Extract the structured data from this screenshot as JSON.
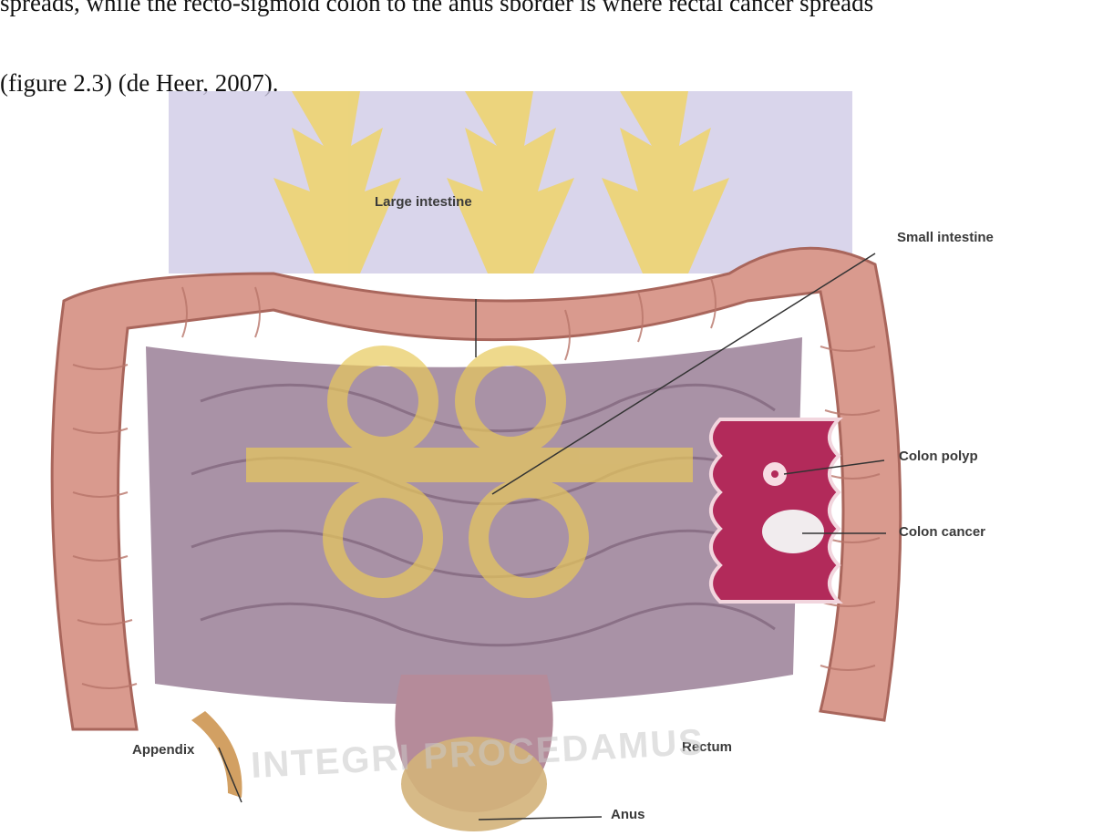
{
  "body_text": {
    "line1": "spreads, while the recto-sigmoid colon to the anus sborder is where rectal cancer spreads",
    "line2": "(figure 2.3) (de Heer, 2007)."
  },
  "figure": {
    "labels": {
      "large_intestine": "Large intestine",
      "small_intestine": "Small intestine",
      "colon_polyp": "Colon polyp",
      "colon_cancer": "Colon cancer",
      "appendix": "Appendix",
      "rectum": "Rectum",
      "anus": "Anus"
    },
    "colors": {
      "colon": "#d99a8e",
      "colon_dark": "#b8756a",
      "small_intestine": "#9a7f96",
      "polyp_section": "#b22a5a",
      "watermark_gold": "#e3c24a",
      "watermark_lavender": "#c9c4e0"
    }
  },
  "watermark": {
    "motto": "INTEGRI PROCEDAMUS"
  }
}
